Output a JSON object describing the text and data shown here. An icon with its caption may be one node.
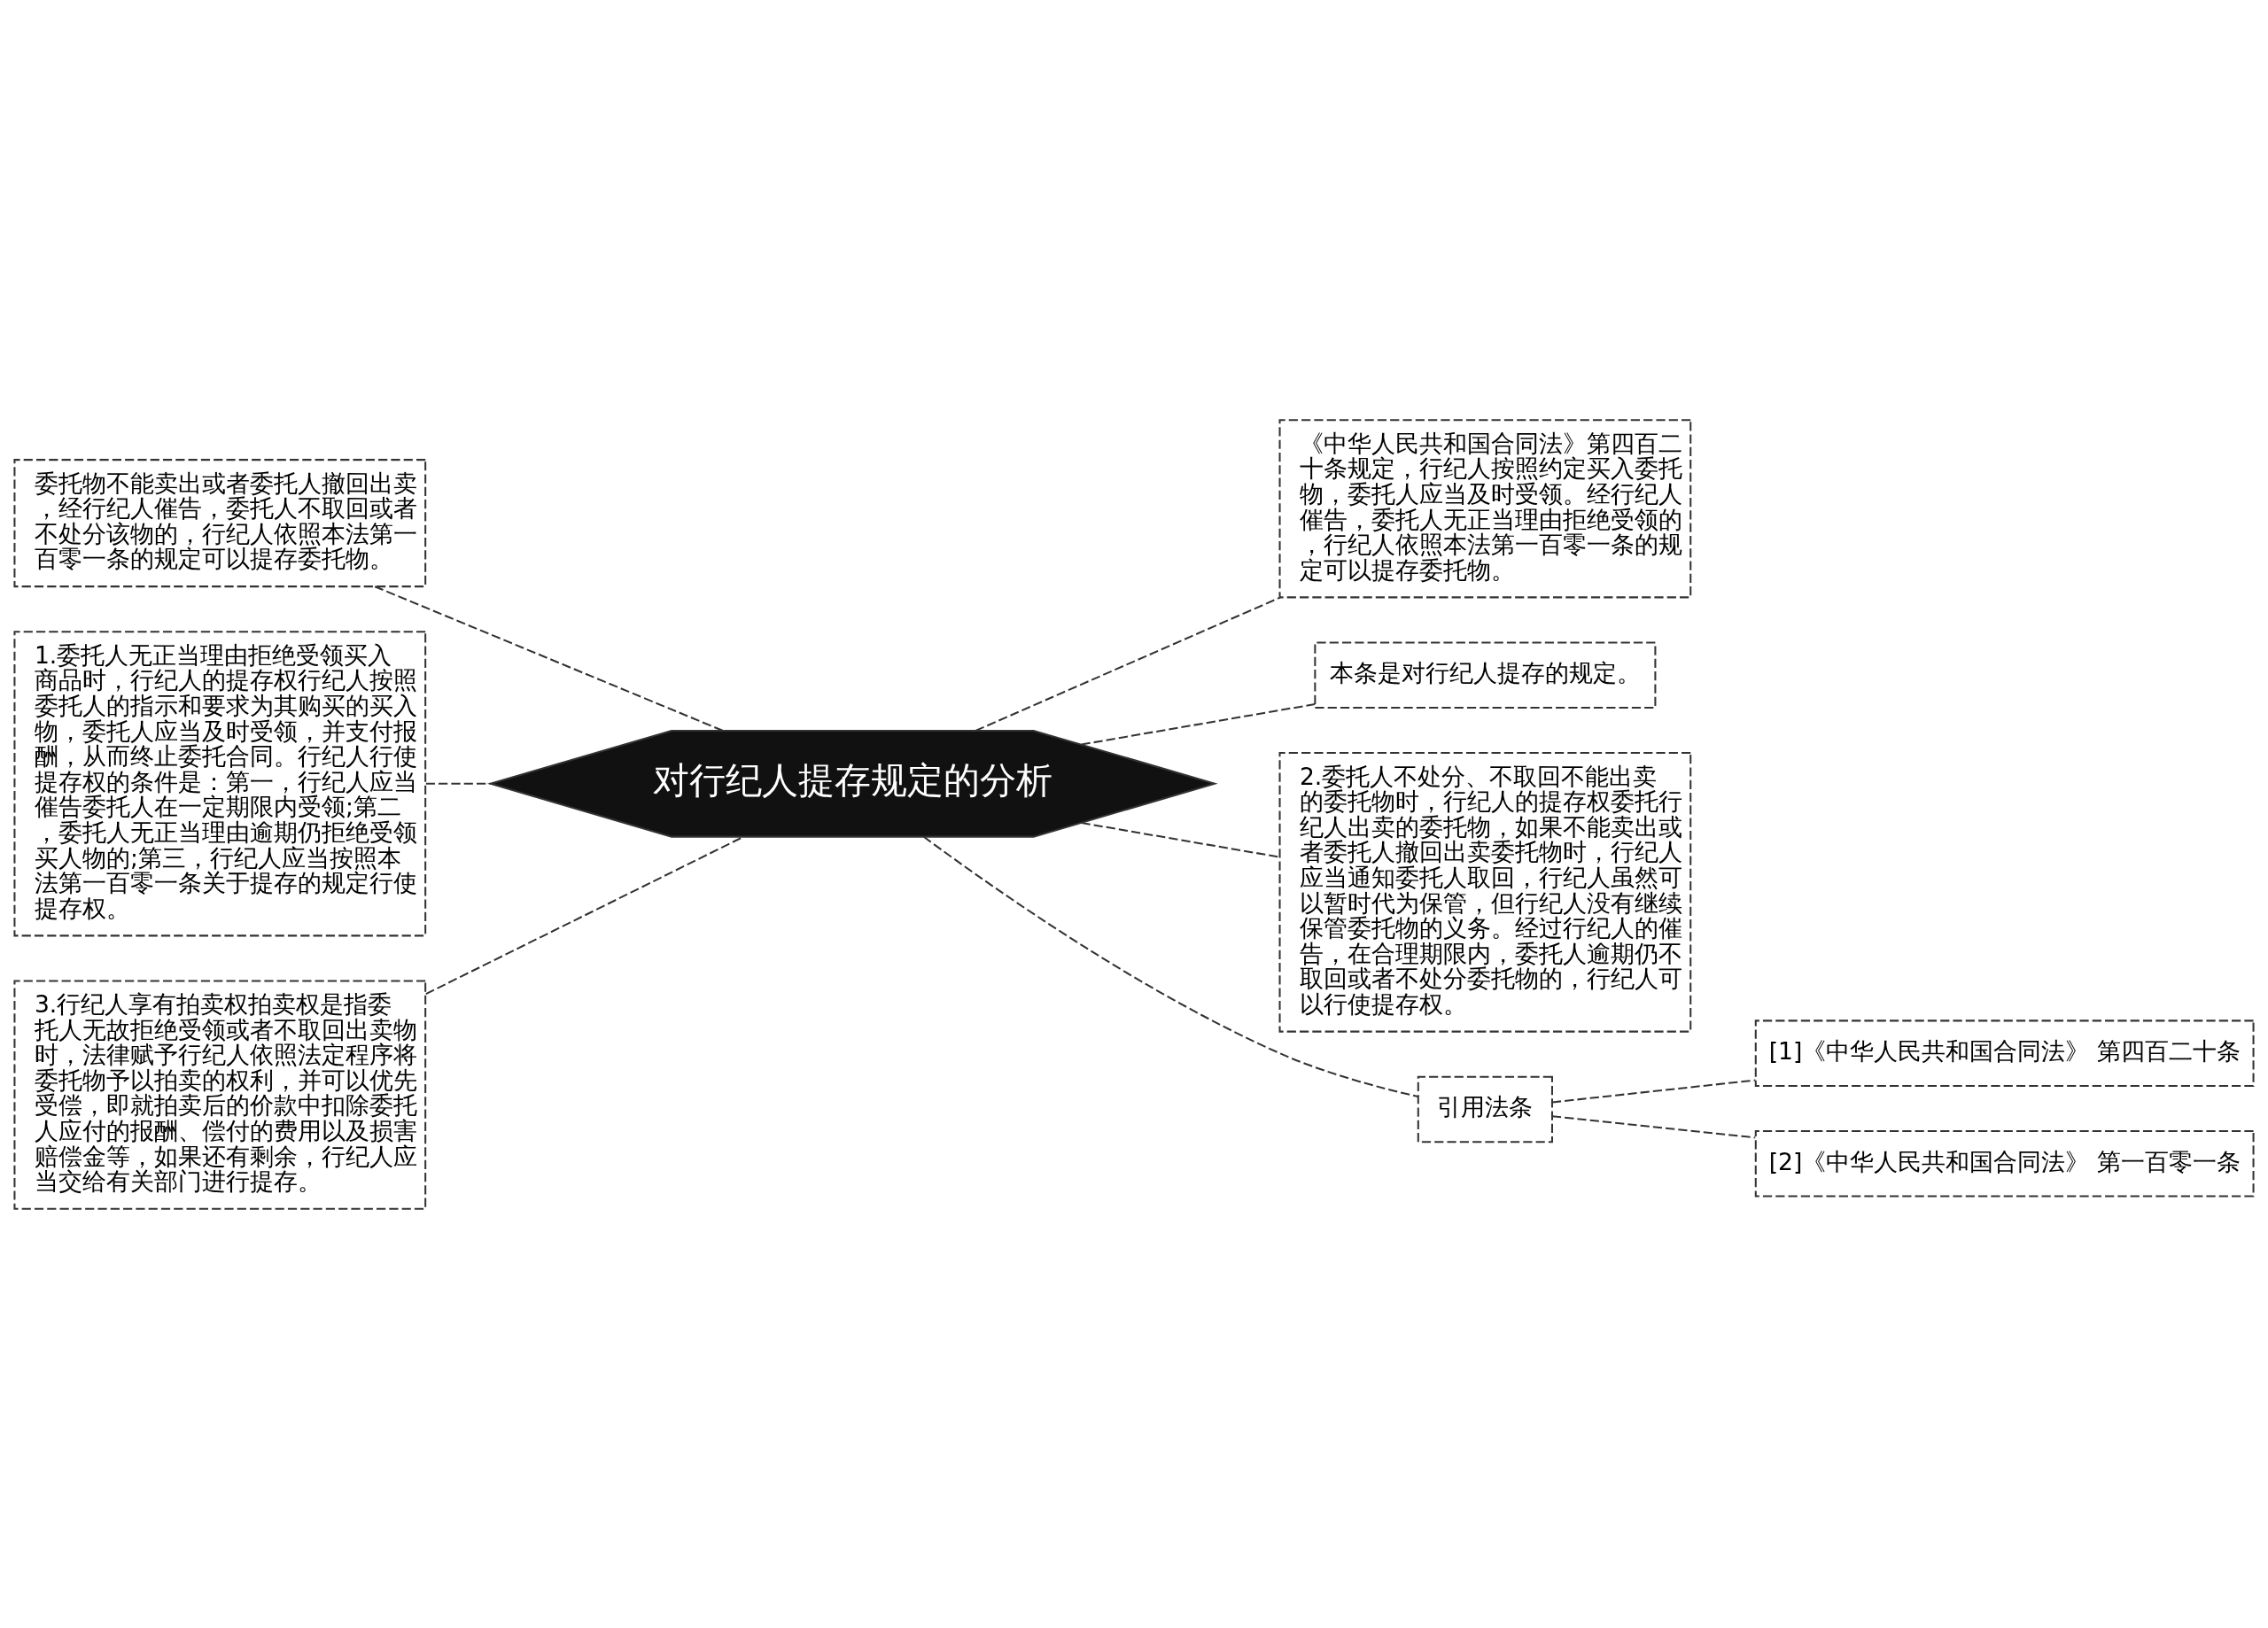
{
  "diagram": {
    "nodes": [
      {
        "text": [
          "对行纪人提存规定的分析"
        ]
      },
      {
        "text": [
          "委托物不能卖出或者委托人撤回出卖，经行纪人催告，委托人不取回或者不处分该物的，行纪人依照本法第一百零一条的规定可以提存委托物。"
        ]
      },
      {
        "text": [
          "1.委托人无正当理由拒绝受领买入商品时，行纪人的提存权行纪人按照委托人的指示和要求为其购买的买入物，委托人应当及时受领，并支付报酬，从而终止委托合同。行纪人行使提存权的条件是：第一，行纪人应当催告委托人在一定期限内受领;第二，委托人无正当理由逾期仍拒绝受领买人物的;第三，行纪人应当按照本法第一百零一条关于提存的规定行使提存权。"
        ]
      },
      {
        "text": [
          "3.行纪人享有拍卖权拍卖权是指委托人无故拒绝受领或者不取回出卖物时，法律赋予行纪人依照法定程序将委托物予以拍卖的权利，并可以优先受偿，即就拍卖后的价款中扣除委托人应付的报酬、偿付的费用以及损害赔偿金等，如果还有剩余，行纪人应当交给有关部门进行提存。"
        ]
      },
      {
        "text": [
          "《中华人民共和国合同法》第四百二十条规定，行纪人按照约定买入委托物，委托人应当及时受领。经行纪人催告，委托人无正当理由拒绝受领的，行纪人依照本法第一百零一条的规定可以提存委托物。"
        ]
      },
      {
        "text": [
          "本条是对行纪人提存的规定。"
        ]
      },
      {
        "text": [
          "2.委托人不处分、不取回不能出卖的委托物时，行纪人的提存权委托行纪人出卖的委托物，如果不能卖出或者委托人撤回出卖委托物时，行纪人应当通知委托人取回，行纪人虽然可以暂时代为保管，但行纪人没有继续保管委托物的义务。经过行纪人的催告，在合理期限内，委托人逾期仍不取回或者不处分委托物的，行纪人可以行使提存权。"
        ]
      },
      {
        "text": [
          "引用法条"
        ]
      },
      {
        "text": [
          "[1]《中华人民共和国合同法》 第四百二十条"
        ]
      },
      {
        "text": [
          "[2]《中华人民共和国合同法》 第一百零一条"
        ]
      }
    ],
    "edges": [
      {
        "from": 1,
        "to": 0,
        "arrow": "none",
        "style": "dashed"
      },
      {
        "from": 2,
        "to": 0,
        "arrow": "none",
        "style": "dashed"
      },
      {
        "from": 3,
        "to": 0,
        "arrow": "none",
        "style": "dashed"
      },
      {
        "from": 0,
        "to": 4,
        "arrow": "none",
        "style": "dashed"
      },
      {
        "from": 0,
        "to": 5,
        "arrow": "none",
        "style": "dashed"
      },
      {
        "from": 0,
        "to": 6,
        "arrow": "none",
        "style": "dashed"
      },
      {
        "from": 0,
        "to": 7,
        "arrow": "none",
        "style": "dashed"
      },
      {
        "from": 7,
        "to": 8,
        "arrow": "none",
        "style": "dashed"
      },
      {
        "from": 7,
        "to": 9,
        "arrow": "none",
        "style": "dashed"
      }
    ]
  }
}
